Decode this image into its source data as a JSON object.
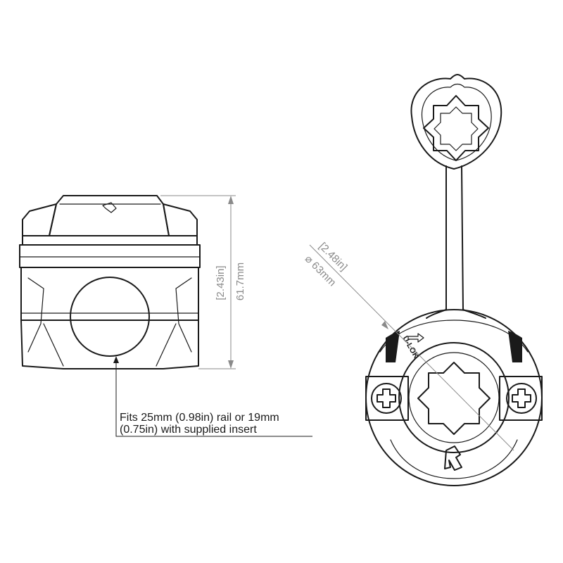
{
  "side_view": {
    "height_in": "[2.43in]",
    "height_mm": "61.7mm"
  },
  "top_view": {
    "diameter_in": "[2.48in]",
    "diameter_mm": "⌀ 63mm",
    "brand_label": "U-LOK"
  },
  "callout": {
    "line1": "Fits 25mm (0.98in) rail or 19mm",
    "line2": "(0.75in) with supplied insert"
  },
  "icons": {
    "screw_left": "phillips-screw-icon",
    "screw_right": "phillips-screw-icon",
    "logo": "ram-logo-icon"
  }
}
